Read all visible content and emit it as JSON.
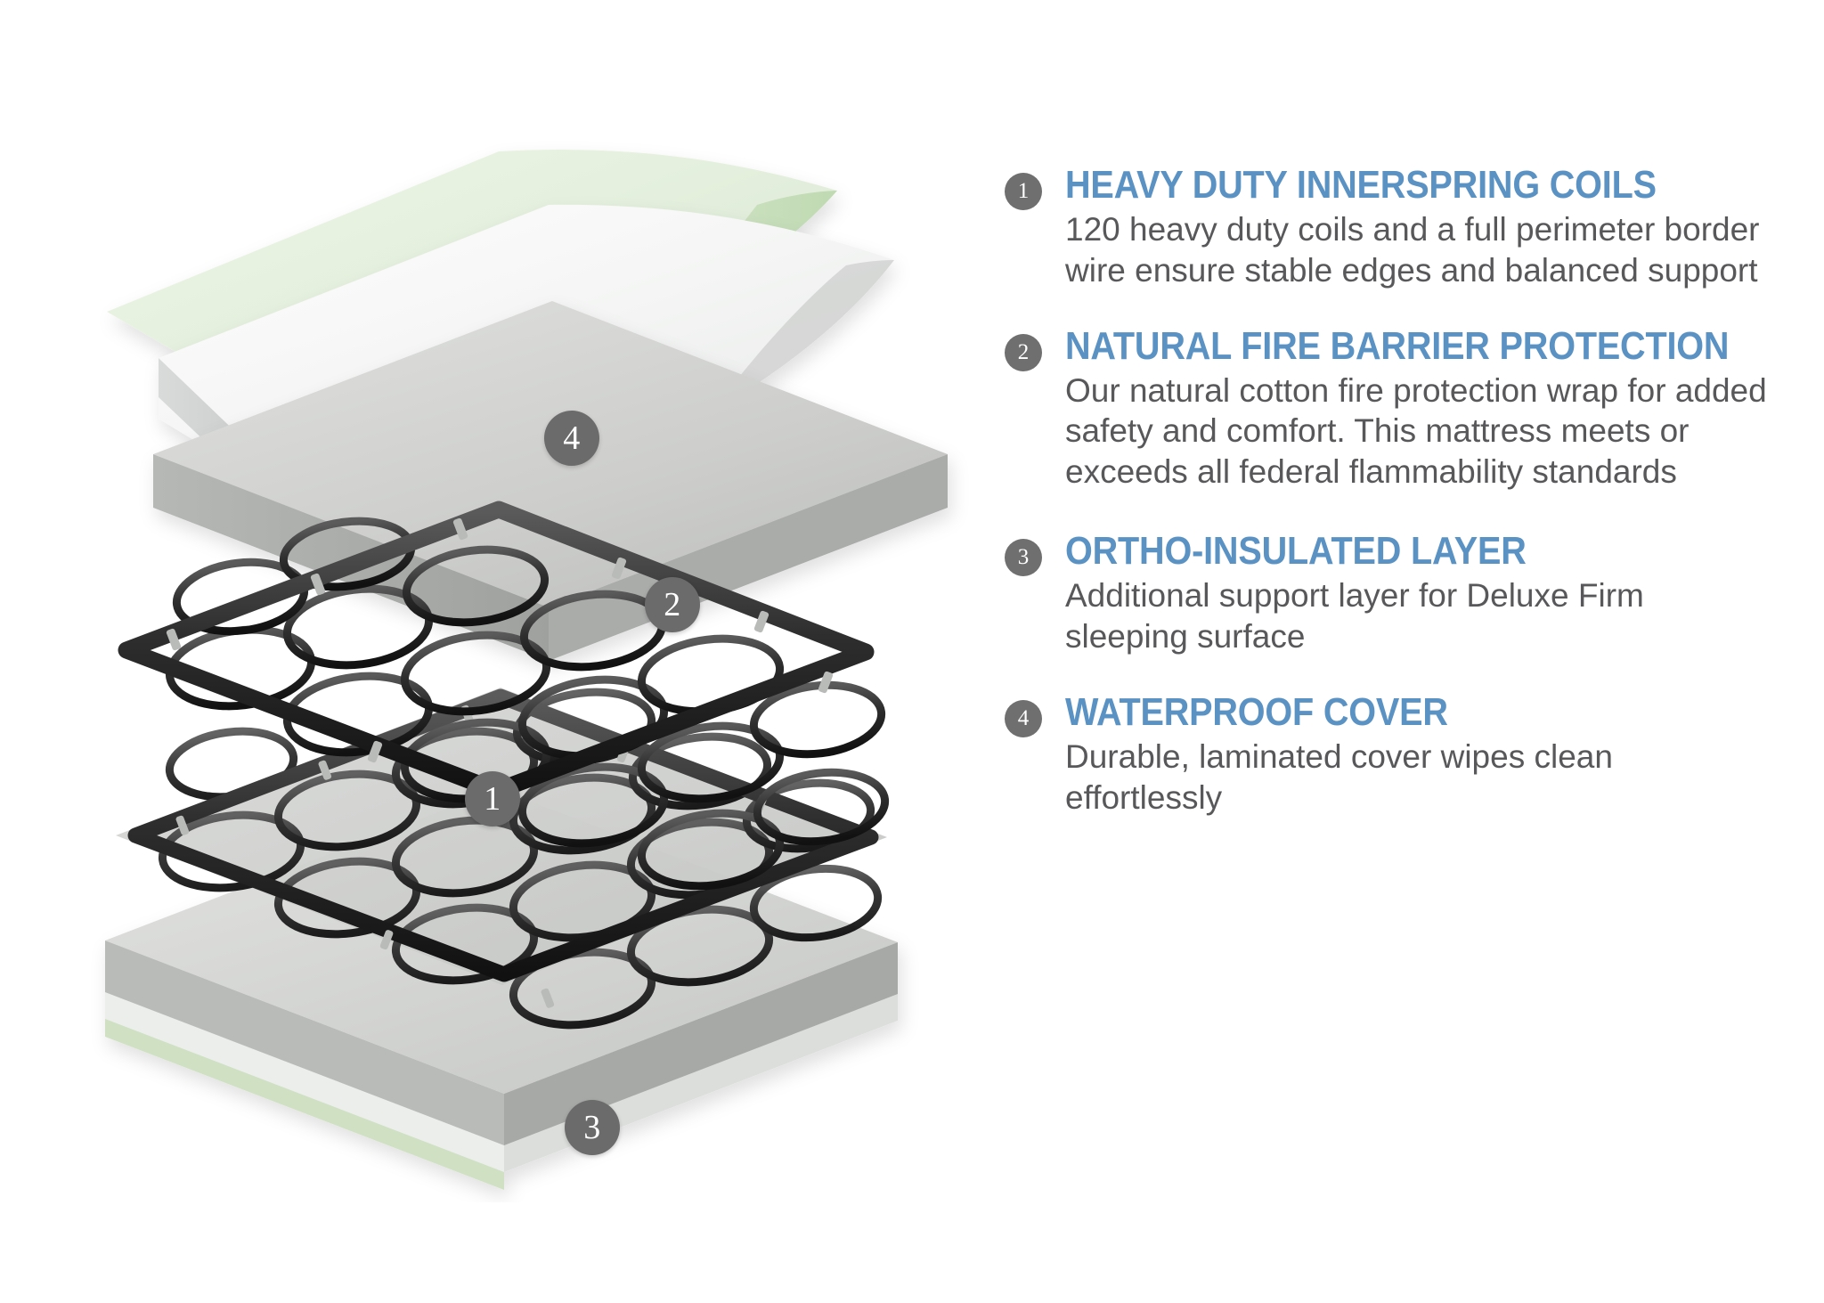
{
  "diagram": {
    "title": "Exploded mattress construction diagram",
    "badges": [
      {
        "id": "4",
        "label": "4",
        "layer": "waterproof-cover"
      },
      {
        "id": "2",
        "label": "2",
        "layer": "fire-barrier"
      },
      {
        "id": "1",
        "label": "1",
        "layer": "innerspring-coils"
      },
      {
        "id": "3",
        "label": "3",
        "layer": "ortho-insulated-layer"
      }
    ],
    "colors": {
      "badge_fill": "#6b6b6b",
      "badge_text": "#ffffff",
      "cover_green": "#e4f0dc",
      "fire_wrap_white": "#f2f3f2",
      "insulator_gray": "#c9cac8",
      "coil_dark": "#3a3a3a",
      "base_gray": "#d6d7d5"
    }
  },
  "legend": {
    "accent_color": "#5b92c4",
    "body_color": "#58585a",
    "items": [
      {
        "number": "1",
        "title": "HEAVY DUTY INNERSPRING COILS",
        "description": "120 heavy duty coils and a full perimeter border wire ensure stable edges and balanced support"
      },
      {
        "number": "2",
        "title": "NATURAL FIRE BARRIER PROTECTION",
        "description": "Our natural cotton fire protection wrap for added safety and comfort. This mattress meets or exceeds all federal flammability standards"
      },
      {
        "number": "3",
        "title": "ORTHO-INSULATED LAYER",
        "description": "Additional support layer for Deluxe Firm sleeping surface"
      },
      {
        "number": "4",
        "title": "WATERPROOF COVER",
        "description": "Durable, laminated cover wipes clean effortlessly"
      }
    ]
  }
}
